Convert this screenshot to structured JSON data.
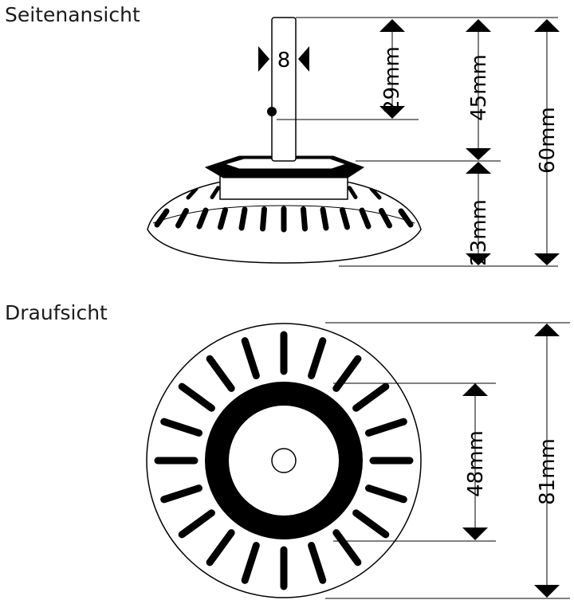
{
  "side_view": {
    "title": "Seitenansicht",
    "dim_pin_width": "8",
    "dim_pin_to_hole": "29mm",
    "dim_pin_to_rim": "45mm",
    "dim_total_height": "60mm",
    "dim_basket_height": "23mm"
  },
  "top_view": {
    "title": "Draufsicht",
    "dim_ring_diameter": "48mm",
    "dim_outer_diameter": "81mm"
  },
  "colors": {
    "line": "#000000",
    "background": "#ffffff"
  }
}
